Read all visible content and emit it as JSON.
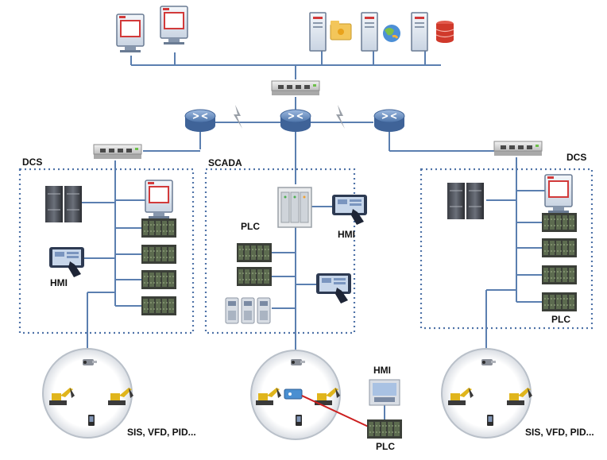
{
  "labels": {
    "dcs_left": "DCS",
    "scada": "SCADA",
    "dcs_right": "DCS",
    "plc_scada": "PLC",
    "hmi_scada": "HMI",
    "hmi_left": "HMI",
    "plc_right": "PLC",
    "hmi_field": "HMI",
    "plc_field": "PLC",
    "field_left": "SIS, VFD, PID...",
    "field_right": "SIS, VFD, PID..."
  },
  "colors": {
    "link": "#5b7fb0",
    "zone_border": "#4f73a8",
    "red_link": "#cc1f1f",
    "router": "#6f93c4",
    "switch": "#d7d7d7"
  }
}
